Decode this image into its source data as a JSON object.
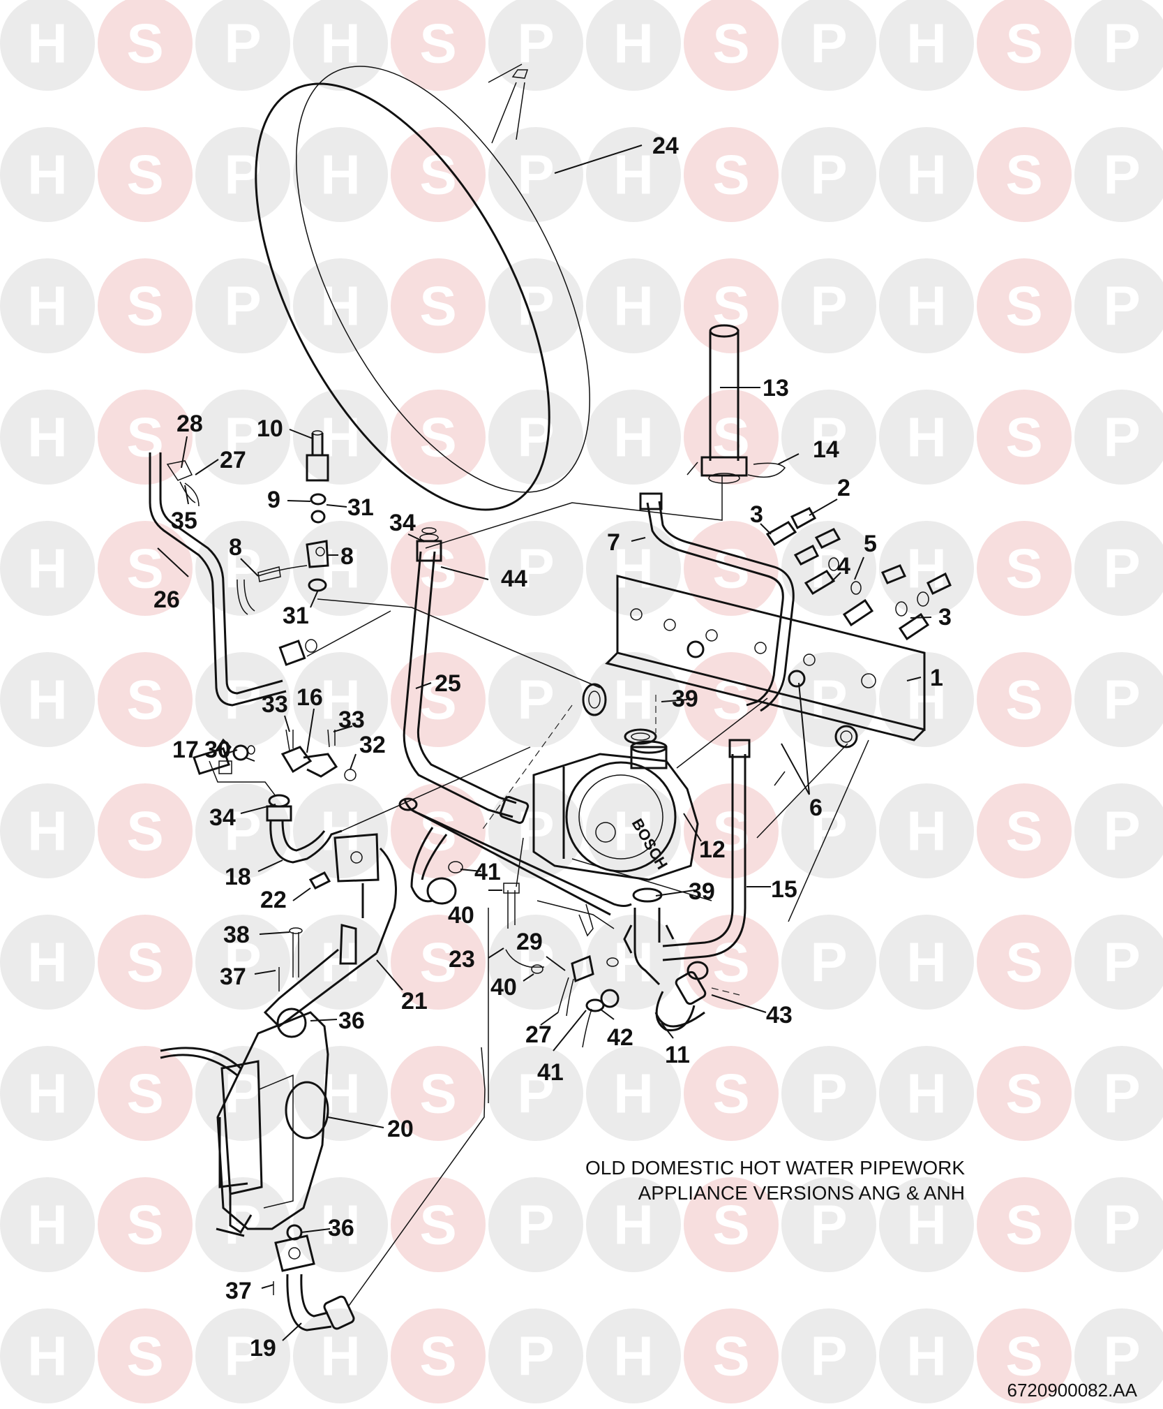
{
  "watermark": {
    "letters": [
      "H",
      "S",
      "P"
    ],
    "colors": {
      "h": "#ebebeb",
      "s": "#f7dede",
      "p": "#ebebeb"
    }
  },
  "diagram": {
    "caption_line1": "OLD DOMESTIC HOT WATER PIPEWORK",
    "caption_line2": "APPLIANCE VERSIONS ANG & ANH",
    "document_id": "6720900082.AA",
    "pump_brand": "BOSCH",
    "callouts": {
      "c24": "24",
      "c13": "13",
      "c14": "14",
      "c2": "2",
      "c3a": "3",
      "c7": "7",
      "c5": "5",
      "c4": "4",
      "c3b": "3",
      "c1": "1",
      "c10": "10",
      "c28": "28",
      "c27a": "27",
      "c9": "9",
      "c31a": "31",
      "c35": "35",
      "c34a": "34",
      "c44": "44",
      "c8a": "8",
      "c8b": "8",
      "c26": "26",
      "c31b": "31",
      "c25": "25",
      "c39a": "39",
      "c33a": "33",
      "c16": "16",
      "c33b": "33",
      "c17": "17",
      "c30": "30",
      "c32": "32",
      "c6": "6",
      "c34b": "34",
      "c12": "12",
      "c18": "18",
      "c41a": "41",
      "c39b": "39",
      "c15": "15",
      "c22": "22",
      "c40a": "40",
      "c38": "38",
      "c29": "29",
      "c23": "23",
      "c37a": "37",
      "c40b": "40",
      "c21": "21",
      "c36a": "36",
      "c43": "43",
      "c27b": "27",
      "c42": "42",
      "c11": "11",
      "c41b": "41",
      "c20": "20",
      "c36b": "36",
      "c37b": "37",
      "c19": "19"
    }
  }
}
